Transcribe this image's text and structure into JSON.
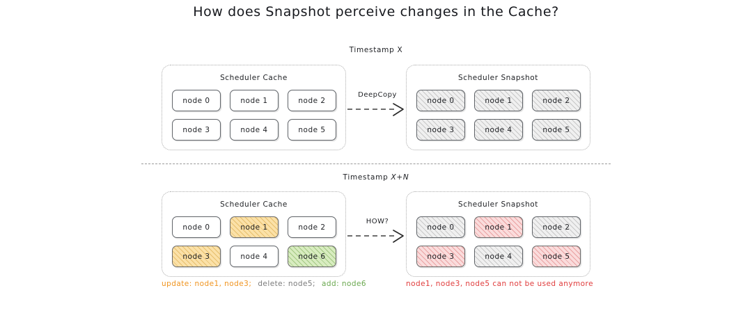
{
  "title": "How does Snapshot perceive changes in the Cache?",
  "colors": {
    "amber": "#f0941f",
    "green": "#6aa84f",
    "gray": "#7b7b7b",
    "red": "#e03c3c",
    "node_border": "#5f6368",
    "panel_border": "#ababab"
  },
  "rows": [
    {
      "timestamp_prefix": "Timestamp ",
      "timestamp_suffix": "X",
      "left_panel": {
        "title": "Scheduler Cache",
        "nodes": [
          {
            "label": "node 0",
            "fill": "plain"
          },
          {
            "label": "node 1",
            "fill": "plain"
          },
          {
            "label": "node 2",
            "fill": "plain"
          },
          {
            "label": "node 3",
            "fill": "plain"
          },
          {
            "label": "node 4",
            "fill": "plain"
          },
          {
            "label": "node 5",
            "fill": "plain"
          }
        ]
      },
      "arrow_label": "DeepCopy",
      "right_panel": {
        "title": "Scheduler Snapshot",
        "nodes": [
          {
            "label": "node 0",
            "fill": "gray"
          },
          {
            "label": "node 1",
            "fill": "gray"
          },
          {
            "label": "node 2",
            "fill": "gray"
          },
          {
            "label": "node 3",
            "fill": "gray"
          },
          {
            "label": "node 4",
            "fill": "gray"
          },
          {
            "label": "node 5",
            "fill": "gray"
          }
        ]
      }
    },
    {
      "timestamp_prefix": "Timestamp ",
      "timestamp_suffix": "X+N",
      "left_panel": {
        "title": "Scheduler Cache",
        "nodes": [
          {
            "label": "node 0",
            "fill": "plain"
          },
          {
            "label": "node 1",
            "fill": "amber"
          },
          {
            "label": "node 2",
            "fill": "plain"
          },
          {
            "label": "node 3",
            "fill": "amber"
          },
          {
            "label": "node 4",
            "fill": "plain"
          },
          {
            "label": "node 6",
            "fill": "green"
          }
        ]
      },
      "arrow_label": "HOW?",
      "right_panel": {
        "title": "Scheduler Snapshot",
        "nodes": [
          {
            "label": "node 0",
            "fill": "gray"
          },
          {
            "label": "node 1",
            "fill": "red"
          },
          {
            "label": "node 2",
            "fill": "gray"
          },
          {
            "label": "node 3",
            "fill": "red"
          },
          {
            "label": "node 4",
            "fill": "gray"
          },
          {
            "label": "node 5",
            "fill": "red"
          }
        ]
      }
    }
  ],
  "captions": {
    "cache_update": "update: node1, node3;",
    "cache_delete": "delete: node5;",
    "cache_add": "add: node6",
    "snapshot_warning": "node1, node3, node5 can not be used anymore"
  }
}
